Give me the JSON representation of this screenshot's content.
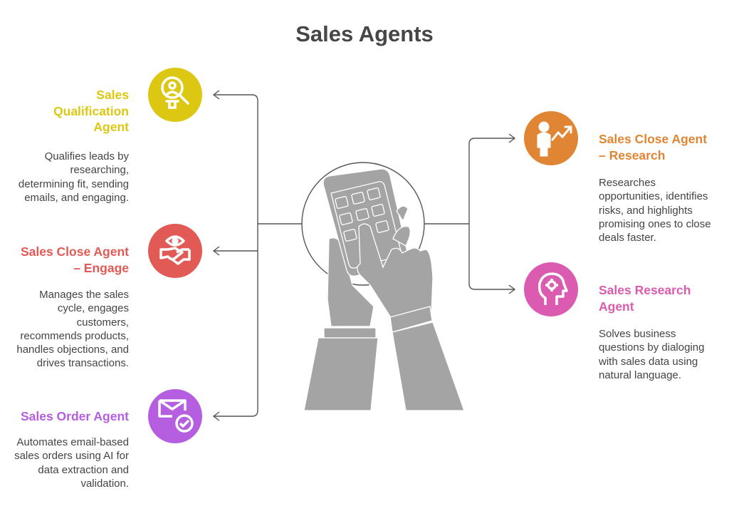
{
  "title": "Sales Agents",
  "colors": {
    "qualification": "#DCC712",
    "engage": "#E25A55",
    "order": "#B55FE0",
    "research_close": "#E08533",
    "research": "#DA5BB0",
    "center": "#A4A4A4"
  },
  "agents": [
    {
      "name": "Sales\nQualification\nAgent",
      "description": "Qualifies leads by\nresearching,\ndetermining fit, sending\nemails, and engaging.",
      "icon": "magnifier-person-icon"
    },
    {
      "name": "Sales Close Agent\n– Engage",
      "description": "Manages the sales\ncycle, engages\ncustomers,\nrecommends products,\nhandles objections, and\ndrives transactions.",
      "icon": "eye-handshake-icon"
    },
    {
      "name": "Sales Order Agent",
      "description": "Automates email-based\nsales orders using AI for\ndata extraction and\nvalidation.",
      "icon": "email-check-icon"
    },
    {
      "name": "Sales Close Agent\n– Research",
      "description": "Researches\nopportunities, identifies\nrisks, and highlights\npromising ones to close\ndeals faster.",
      "icon": "person-trend-icon"
    },
    {
      "name": "Sales Research\nAgent",
      "description": "Solves business\nquestions by dialoging\nwith sales data using\nnatural language.",
      "icon": "head-gear-icon"
    }
  ]
}
